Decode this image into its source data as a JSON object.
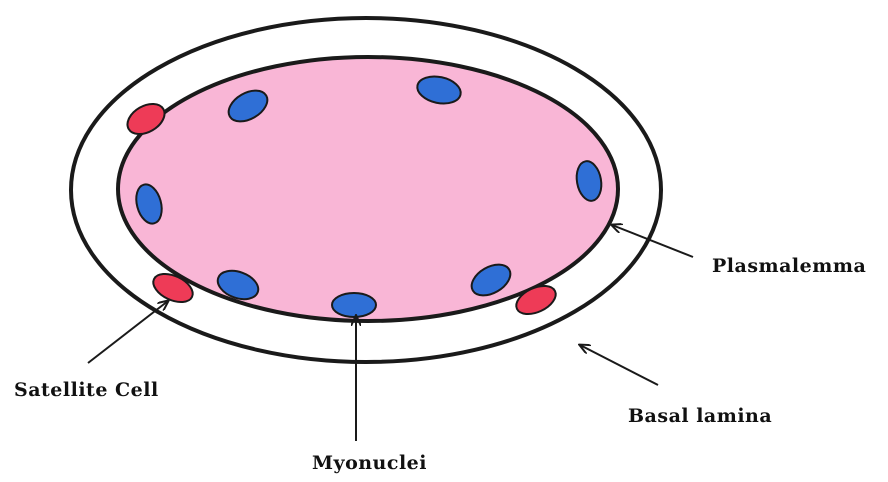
{
  "labels": {
    "plasmalemma": "Plasmalemma",
    "satellite_cell": "Satellite Cell",
    "basal_lamina": "Basal lamina",
    "myonuclei": "Myonuclei"
  },
  "colors": {
    "fiber_fill": "#f9b6d6",
    "myonucleus_fill": "#2f6fd6",
    "satellite_cell_fill": "#ee3b57",
    "outline": "#1a1a1a",
    "label_text": "#111111"
  }
}
